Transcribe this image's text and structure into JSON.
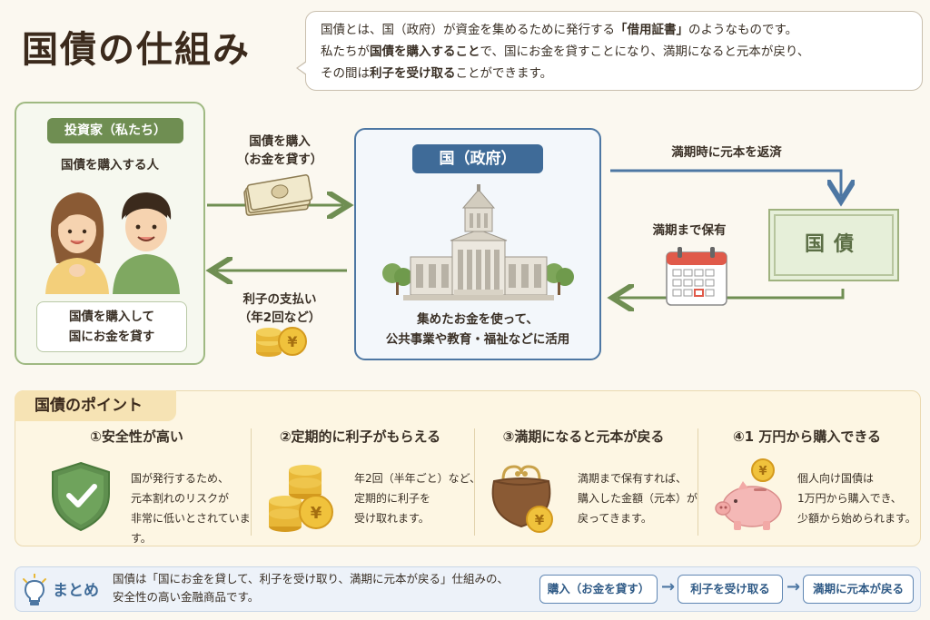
{
  "title": "国債の仕組み",
  "intro": {
    "line1_a": "国債とは、国（政府）が資金を集めるために発行する",
    "line1_b": "「借用証書」",
    "line1_c": "のようなものです。",
    "line2_a": "私たちが",
    "line2_b": "国債を購入すること",
    "line2_c": "で、国にお金を貸すことになり、満期になると元本が戻り、",
    "line3_a": "その間は",
    "line3_b": "利子を受け取る",
    "line3_c": "ことができます。"
  },
  "investor": {
    "tag": "投資家（私たち）",
    "desc": "国債を購入する人",
    "note_line1": "国債を購入して",
    "note_line2": "国にお金を貸す"
  },
  "flows": {
    "buy_line1": "国債を購入",
    "buy_line2": "（お金を貸す）",
    "interest_line1": "利子の支払い",
    "interest_line2": "（年2回など）",
    "repay": "満期時に元本を返済",
    "hold": "満期まで保有"
  },
  "government": {
    "tag": "国（政府）",
    "desc_line1": "集めたお金を使って、",
    "desc_line2": "公共事業や教育・福祉などに活用"
  },
  "bond": {
    "label": "国債"
  },
  "points": {
    "heading": "国債のポイント",
    "items": [
      {
        "title": "①安全性が高い",
        "line1": "国が発行するため、",
        "line2": "元本割れのリスクが",
        "line3": "非常に低いとされています。"
      },
      {
        "title": "②定期的に利子がもらえる",
        "line1": "年2回（半年ごと）など、",
        "line2": "定期的に利子を",
        "line3": "受け取れます。"
      },
      {
        "title": "③満期になると元本が戻る",
        "line1": "満期まで保有すれば、",
        "line2": "購入した金額（元本）が",
        "line3": "戻ってきます。"
      },
      {
        "title": "④1 万円から購入できる",
        "line1": "個人向け国債は",
        "line2": "1万円から購入でき、",
        "line3": "少額から始められます。"
      }
    ]
  },
  "summary": {
    "label": "まとめ",
    "line1": "国債は「国にお金を貸して、利子を受け取り、満期に元本が戻る」仕組みの、",
    "line2": "安全性の高い金融商品です。",
    "steps": [
      "購入（お金を貸す）",
      "利子を受け取る",
      "満期に元本が戻る"
    ],
    "arrow": "→"
  },
  "colors": {
    "green": "#6f8e52",
    "blue": "#3f6b98",
    "cream": "#fdf6e3"
  }
}
